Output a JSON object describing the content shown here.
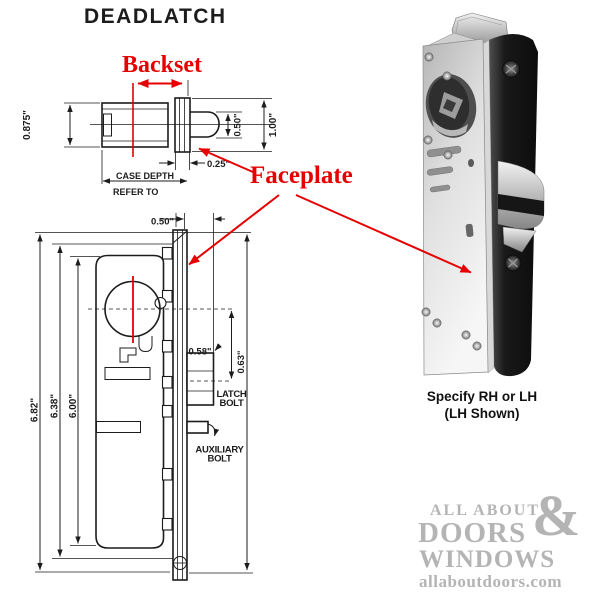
{
  "colors": {
    "accent": "#e60000",
    "ink": "#1c1c1c",
    "logo_gray": "#b4b4b4"
  },
  "title": "DEADLATCH",
  "callouts": {
    "backset": "Backset",
    "faceplate": "Faceplate"
  },
  "side_view": {
    "case_height": "0.875\"",
    "latch_height": "0.50\"",
    "overall_height": "1.00\"",
    "faceplate_thickness": "0.25\"",
    "case_depth": "CASE DEPTH",
    "refer_to": "REFER TO"
  },
  "front_view": {
    "height_outer": "6.82\"",
    "height_mid": "6.38\"",
    "height_inner": "6.00\"",
    "faceplate_width": "0.50\"",
    "latch_width": "0.58\"",
    "latch_offset": "0.63\"",
    "latch_bolt_line1": "LATCH",
    "latch_bolt_line2": "BOLT",
    "aux_bolt_line1": "AUXILIARY",
    "aux_bolt_line2": "BOLT"
  },
  "photo_caption": {
    "line1": "Specify RH or LH",
    "line2": "(LH Shown)"
  },
  "logo": {
    "line1": "ALL ABOUT",
    "ampersand": "&",
    "line2": "DOORS",
    "line3": "WINDOWS",
    "website": "allaboutdoors.com"
  }
}
